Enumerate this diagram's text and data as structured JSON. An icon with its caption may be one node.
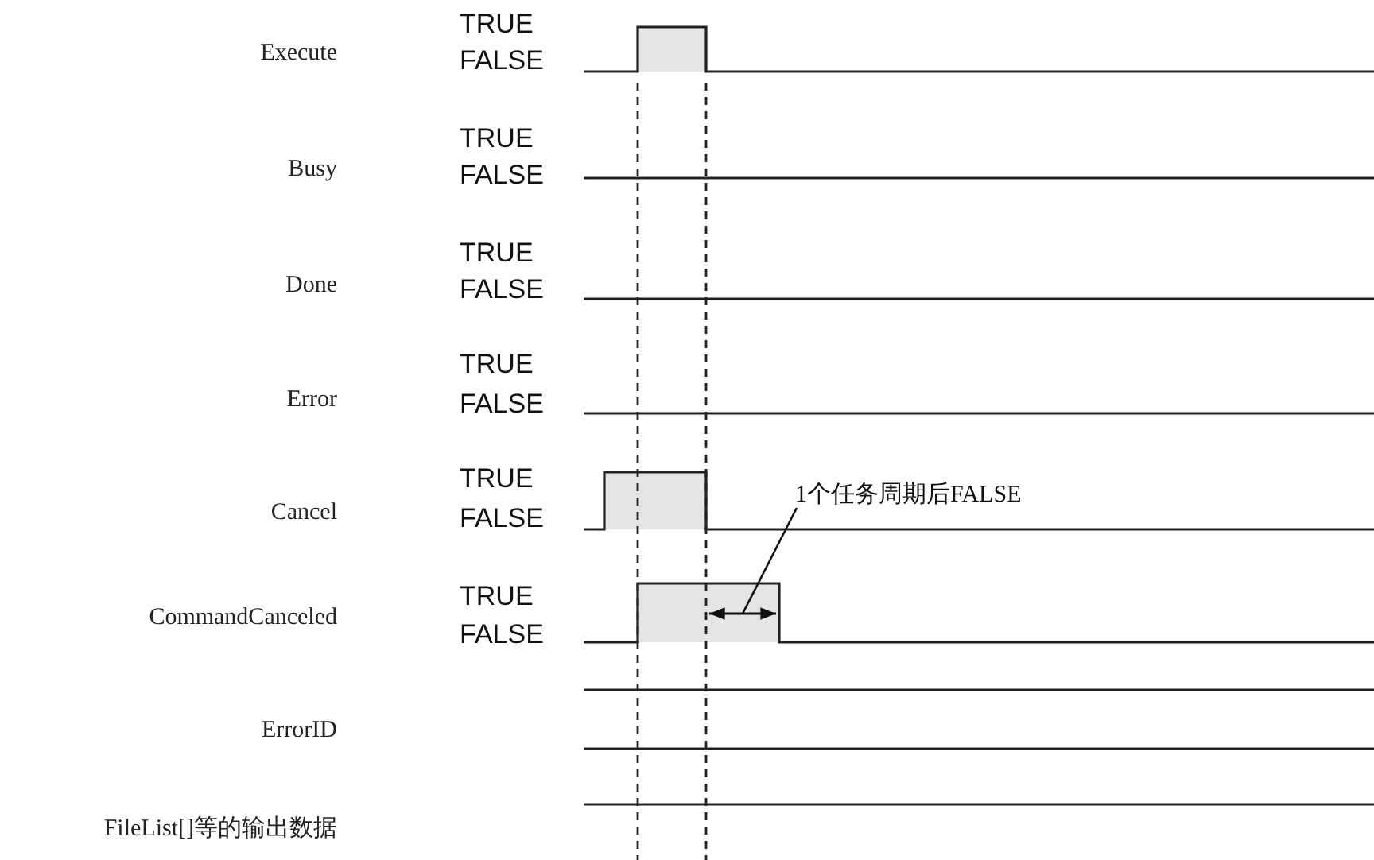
{
  "diagram": {
    "nodes": [
      {
        "text": [
          "1个任务周期后FALSE"
        ]
      },
      {
        "text": [],
        "shape": "arrow"
      }
    ],
    "edges": [
      {
        "from": 0,
        "to": 1,
        "arrow": "none"
      }
    ],
    "labels": [
      "Execute",
      "TRUE",
      "FALSE",
      "Busy",
      "TRUE",
      "FALSE",
      "Done",
      "TRUE",
      "FALSE",
      "Error",
      "TRUE",
      "FALSE",
      "Cancel",
      "TRUE",
      "FALSE",
      "CommandCanceled",
      "TRUE",
      "FALSE",
      "ErrorID",
      "FileList[]等的输出数据"
    ]
  }
}
